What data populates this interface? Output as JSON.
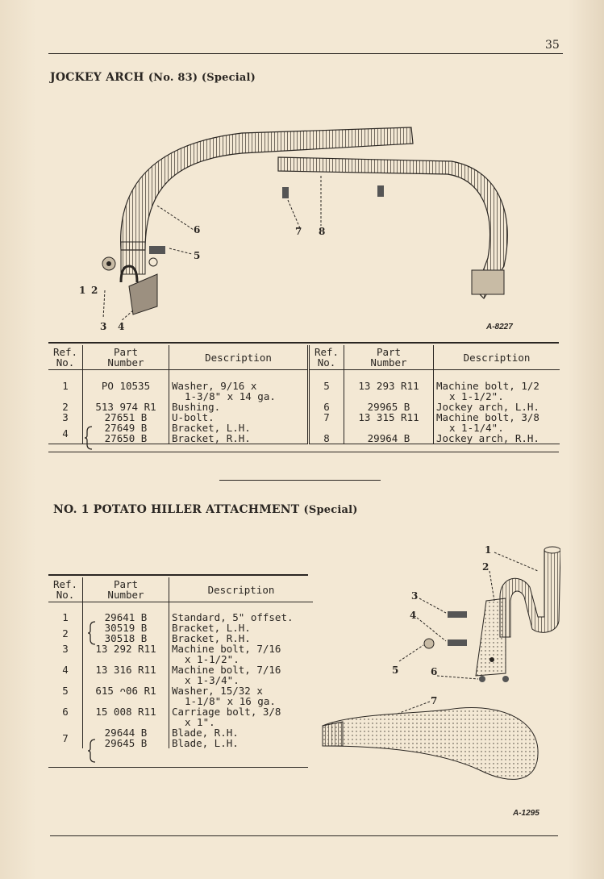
{
  "page": {
    "number": "35"
  },
  "section1": {
    "title": "JOCKEY ARCH",
    "subtitle": "(No. 83) (Special)",
    "figure_code": "A-8227",
    "callouts": [
      "1",
      "2",
      "3",
      "4",
      "5",
      "6",
      "7",
      "8"
    ],
    "headers": {
      "ref": [
        "Ref.",
        "No."
      ],
      "part": [
        "Part",
        "Number"
      ],
      "desc": "Description",
      "ref2": [
        "Ref.",
        "No."
      ],
      "part2": [
        "Part",
        "Number"
      ],
      "desc2": "Description"
    },
    "left_rows": [
      {
        "ref": "1",
        "part": "PO 10535",
        "desc": [
          "Washer, 9/16 x",
          "1-3/8\" x 14 ga."
        ]
      },
      {
        "ref": "2",
        "part": "513 974 R1",
        "desc": [
          "Bushing."
        ]
      },
      {
        "ref": "3",
        "part": "27651 B",
        "desc": [
          "U-bolt."
        ]
      },
      {
        "ref": "4",
        "part": "27649 B",
        "desc": [
          "Bracket, L.H."
        ]
      },
      {
        "ref": "",
        "part": "27650 B",
        "desc": [
          "Bracket, R.H."
        ]
      }
    ],
    "right_rows": [
      {
        "ref": "5",
        "part": "13 293 R11",
        "desc": [
          "Machine bolt, 1/2",
          "x 1-1/2\"."
        ]
      },
      {
        "ref": "6",
        "part": "29965 B",
        "desc": [
          "Jockey arch, L.H."
        ]
      },
      {
        "ref": "7",
        "part": "13 315 R11",
        "desc": [
          "Machine bolt, 3/8",
          "x 1-1/4\"."
        ]
      },
      {
        "ref": "8",
        "part": "29964 B",
        "desc": [
          "Jockey arch, R.H."
        ]
      }
    ]
  },
  "section2": {
    "title": "NO. 1 POTATO HILLER ATTACHMENT",
    "subtitle": "(Special)",
    "figure_code": "A-1295",
    "callouts": [
      "1",
      "2",
      "3",
      "4",
      "5",
      "6",
      "7"
    ],
    "headers": {
      "ref": [
        "Ref.",
        "No."
      ],
      "part": [
        "Part",
        "Number"
      ],
      "desc": "Description"
    },
    "rows": [
      {
        "ref": "1",
        "part": "29641 B",
        "desc": [
          "Standard, 5\" offset."
        ]
      },
      {
        "ref": "2",
        "part": "30519 B",
        "desc": [
          "Bracket, L.H."
        ]
      },
      {
        "ref": "",
        "part": "30518 B",
        "desc": [
          "Bracket, R.H."
        ]
      },
      {
        "ref": "3",
        "part": "13 292 R11",
        "desc": [
          "Machine bolt, 7/16",
          "x 1-1/2\"."
        ]
      },
      {
        "ref": "4",
        "part": "13 316 R11",
        "desc": [
          "Machine bolt, 7/16",
          "x 1-3/4\"."
        ]
      },
      {
        "ref": "5",
        "part": "615 ᴖ06 R1",
        "desc": [
          "Washer, 15/32 x",
          "1-1/8\" x 16 ga."
        ]
      },
      {
        "ref": "6",
        "part": "15 008 R11",
        "desc": [
          "Carriage bolt, 3/8",
          "x 1\"."
        ]
      },
      {
        "ref": "7",
        "part": "29644 B",
        "desc": [
          "Blade, R.H."
        ]
      },
      {
        "ref": "",
        "part": "29645 B",
        "desc": [
          "Blade, L.H."
        ]
      }
    ]
  }
}
